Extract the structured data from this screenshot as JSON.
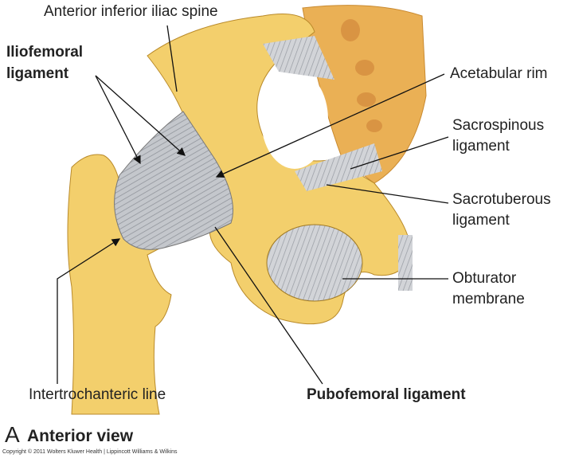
{
  "labels": {
    "aiis": "Anterior inferior iliac spine",
    "iliofemoral_1": "Iliofemoral",
    "iliofemoral_2": "ligament",
    "acetabular_rim": "Acetabular rim",
    "sacrospinous_1": "Sacrospinous",
    "sacrospinous_2": "ligament",
    "sacrotuberous_1": "Sacrotuberous",
    "sacrotuberous_2": "ligament",
    "obturator_1": "Obturator",
    "obturator_2": "membrane",
    "intertrochanteric": "Intertrochanteric line",
    "pubofemoral": "Pubofemoral ligament"
  },
  "view": {
    "letter": "A",
    "title": "Anterior view"
  },
  "copyright": "Copyright © 2011 Wolters Kluwer Health | Lippincott Williams & Wilkins",
  "colors": {
    "bone": "#f2cf6e",
    "bone_light": "#f8e3a0",
    "sacrum": "#e9a94a",
    "ligament": "#b9bcc2",
    "line": "#222222"
  }
}
